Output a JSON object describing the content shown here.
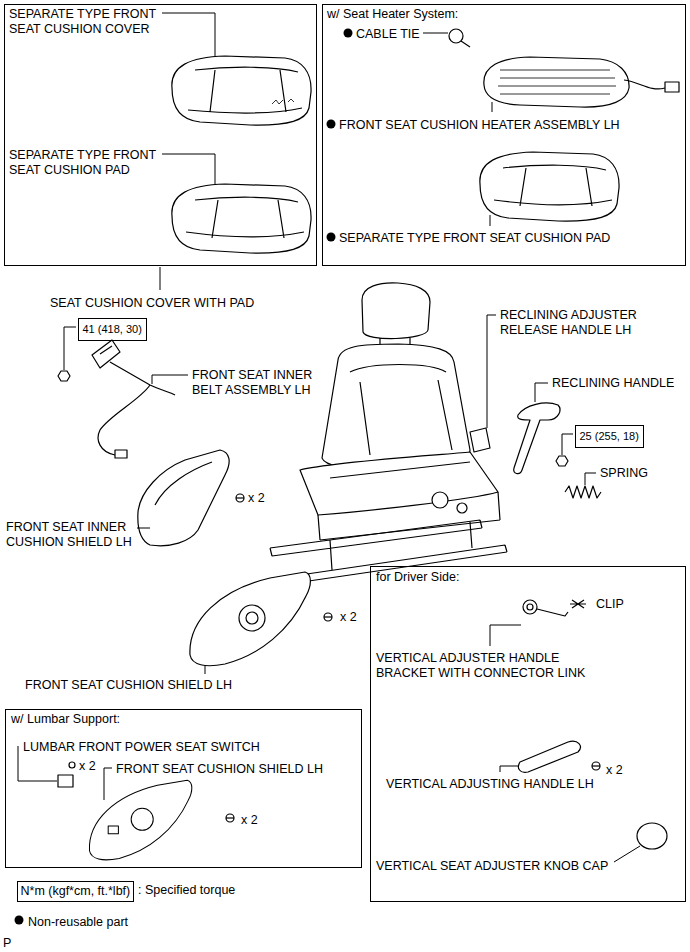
{
  "diagram": {
    "nodes": [
      {
        "text": [
          "SEPARATE TYPE FRONT SEAT CUSHION COVER",
          "SEPARATE TYPE FRONT SEAT CUSHION PAD"
        ]
      },
      {
        "text": [
          "w/ Seat Heater System:",
          "CABLE TIE",
          "FRONT SEAT CUSHION HEATER ASSEMBLY LH",
          "SEPARATE TYPE FRONT SEAT CUSHION PAD"
        ]
      },
      {
        "text": [
          "41 (418, 30)"
        ]
      },
      {
        "text": [
          "25 (255, 18)"
        ]
      },
      {
        "text": [
          "for Driver Side:",
          "CLIP",
          "VERTICAL ADJUSTER HANDLE BRACKET WITH CONNECTOR LINK",
          "VERTICAL ADJUSTING HANDLE LH",
          "x 2",
          "VERTICAL SEAT ADJUSTER KNOB CAP"
        ]
      },
      {
        "text": [
          "w/ Lumbar Support:",
          "LUMBAR FRONT POWER SEAT SWITCH",
          "x 2",
          "FRONT SEAT CUSHION SHIELD LH",
          "x 2"
        ]
      },
      {
        "text": [
          "N*m (kgf*cm, ft.*lbf)"
        ]
      }
    ],
    "labels": [
      "SEAT CUSHION COVER WITH PAD",
      "FRONT SEAT INNER BELT ASSEMBLY LH",
      "RECLINING ADJUSTER RELEASE HANDLE LH",
      "RECLINING HANDLE",
      "SPRING",
      "x 2",
      "FRONT SEAT INNER CUSHION SHIELD LH",
      "x 2",
      "FRONT SEAT CUSHION SHIELD LH",
      ": Specified torque",
      "P"
    ],
    "legend": [
      {
        "text": "Non-reusable part"
      }
    ]
  }
}
